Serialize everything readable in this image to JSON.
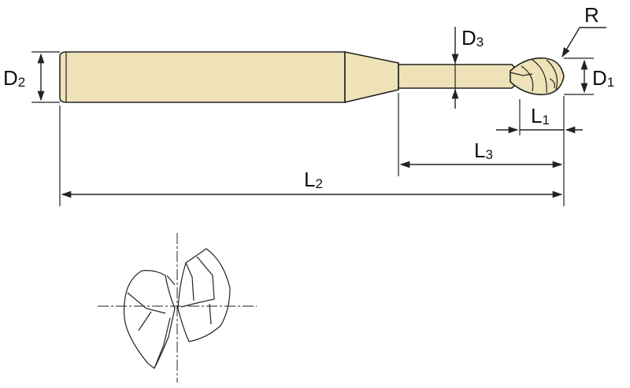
{
  "labels": {
    "d2": {
      "main": "D",
      "sub": "2"
    },
    "d3": {
      "main": "D",
      "sub": "3"
    },
    "d1": {
      "main": "D",
      "sub": "1"
    },
    "r": "R",
    "l1": {
      "main": "L",
      "sub": "1"
    },
    "l3": {
      "main": "L",
      "sub": "3"
    },
    "l2": {
      "main": "L",
      "sub": "2"
    }
  },
  "colors": {
    "body_fill": "#efe2b8",
    "line": "#222222",
    "background": "#ffffff"
  }
}
